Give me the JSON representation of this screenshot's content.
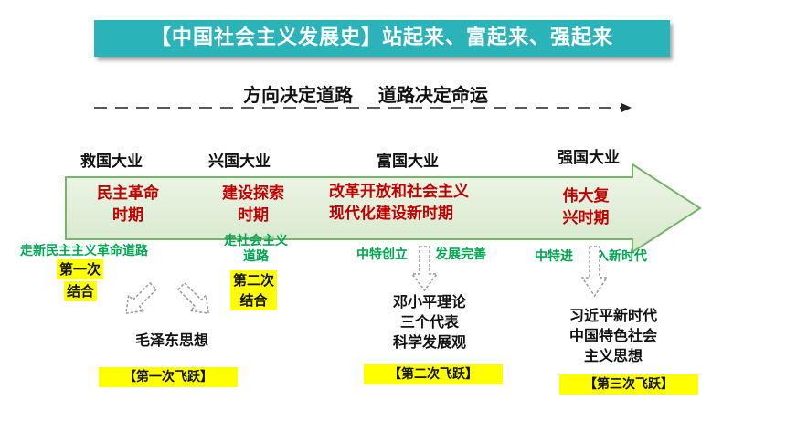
{
  "title": "【中国社会主义发展史】站起来、富起来、强起来",
  "subtitle": "方向决定道路    道路决定命运",
  "eras": {
    "e1": "救国大业",
    "e2": "兴国大业",
    "e3": "富国大业",
    "e4": "强国大业"
  },
  "periods": {
    "p1": [
      "民主革命",
      "时期"
    ],
    "p2": [
      "建设探索",
      "时期"
    ],
    "p3": [
      "改革开放和社会主义",
      "现代化建设新时期"
    ],
    "p4": [
      "伟大复",
      "兴时期"
    ]
  },
  "paths": {
    "r1": "走新民主主义革命道路",
    "r2": [
      "走社会主义",
      "道路"
    ],
    "r3a": "中特创立",
    "r3b": "发展完善",
    "r4a": "中特进",
    "r4b": "入新时代"
  },
  "combos": {
    "c1": [
      "第一次",
      "结合"
    ],
    "c2": [
      "第二次",
      "结合"
    ]
  },
  "theories": {
    "t1": [
      "毛泽东思想"
    ],
    "t2": [
      "邓小平理论",
      "三个代表",
      "科学发展观"
    ],
    "t3": [
      "习近平新时代",
      "中国特色社会",
      "主义思想"
    ]
  },
  "leaps": {
    "l1": "【第一次飞跃】",
    "l2": "【第二次飞跃】",
    "l3": "【第三次飞跃】"
  },
  "colors": {
    "title_bg": "#2bb3ba",
    "arrow_fill": "#e3f0dc",
    "period_text": "#c00000",
    "path_text": "#00a651",
    "highlight": "#ffff00"
  }
}
